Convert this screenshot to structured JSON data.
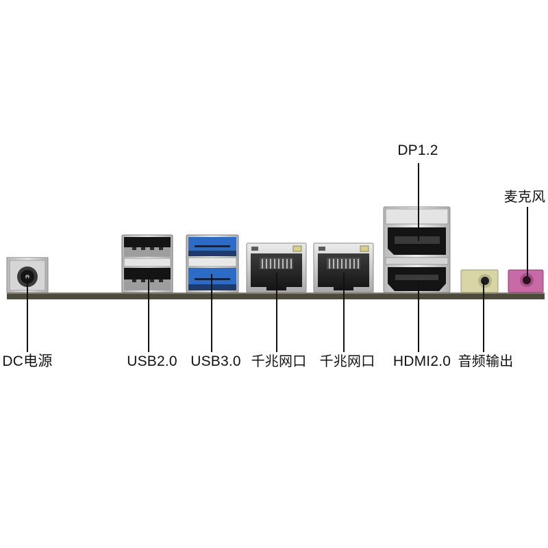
{
  "labels": {
    "dc_power": "DC电源",
    "usb2": "USB2.0",
    "usb3": "USB3.0",
    "lan_1": "千兆网口",
    "lan_2": "千兆网口",
    "hdmi": "HDMI2.0",
    "audio_out": "音频输出",
    "dp": "DP1.2",
    "mic": "麦克风"
  },
  "colors": {
    "usb3_port": "#2c6bc6",
    "audio_out_jack": "#d8d6a6",
    "mic_jack": "#c76aa6",
    "pcb": "#4c4b3d",
    "leader_line": "#111111"
  }
}
